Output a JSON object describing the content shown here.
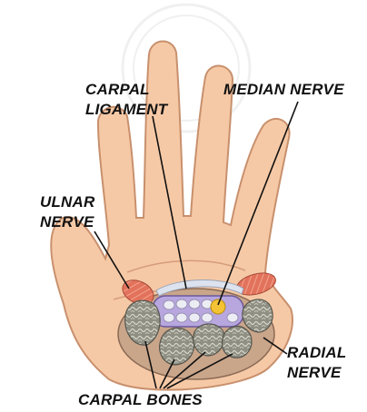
{
  "labels": {
    "carpal_ligament": [
      "CARPAL",
      "LIGAMENT"
    ],
    "median_nerve": [
      "MEDIAN NERVE"
    ],
    "ulnar_nerve": [
      "ULNAR",
      "NERVE"
    ],
    "radial_nerve": [
      "RADIAL",
      "NERVE"
    ],
    "carpal_bones": [
      "CARPAL BONES"
    ]
  },
  "colors": {
    "skin": "#f6c9a6",
    "skin_outline": "#c8906d",
    "muscle": "#e2725b",
    "bone": "#9a9a8e",
    "tunnel": "#b7a7de",
    "tendon": "#ececf4",
    "nerve": "#f3c335"
  }
}
